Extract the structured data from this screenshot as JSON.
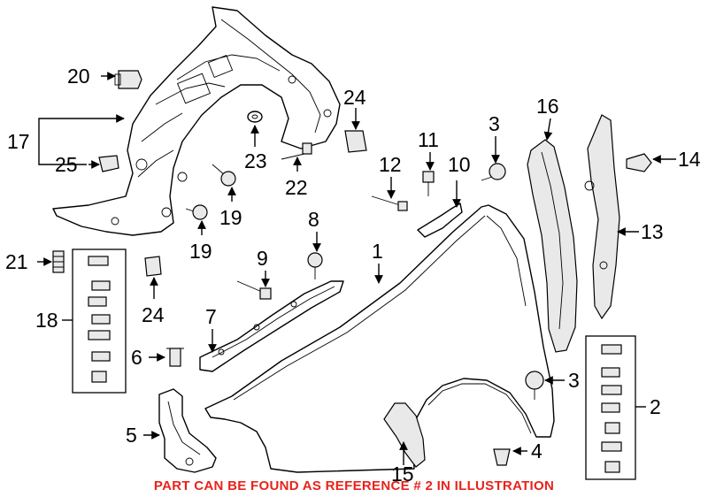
{
  "callouts": {
    "c1": "1",
    "c2": "2",
    "c3a": "3",
    "c3b": "3",
    "c4": "4",
    "c5": "5",
    "c6": "6",
    "c7": "7",
    "c8": "8",
    "c9": "9",
    "c10": "10",
    "c11": "11",
    "c12": "12",
    "c13": "13",
    "c14": "14",
    "c15": "15",
    "c16": "16",
    "c17": "17",
    "c18": "18",
    "c19a": "19",
    "c19b": "19",
    "c20": "20",
    "c21": "21",
    "c22": "22",
    "c23": "23",
    "c24a": "24",
    "c24b": "24",
    "c25": "25"
  },
  "note": "PART CAN BE FOUND AS REFERENCE # 2 IN ILLUSTRATION",
  "colors": {
    "note": "#e8231b",
    "linework": "#000000",
    "background": "#ffffff"
  }
}
